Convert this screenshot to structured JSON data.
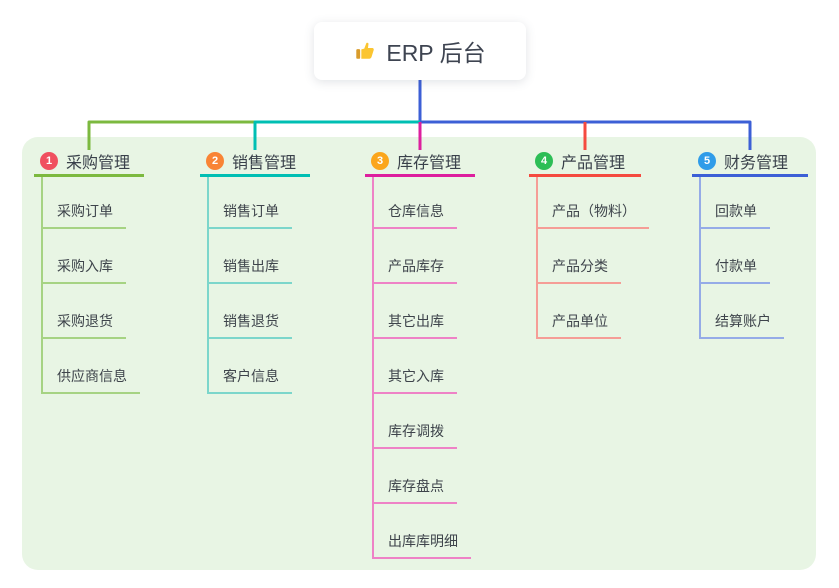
{
  "root": {
    "label": "ERP 后台",
    "icon": "thumbs-up-icon"
  },
  "branches": [
    {
      "index": "1",
      "title": "采购管理",
      "badge_color": "#F0505F",
      "line_color": "#7CB93F",
      "child_line_color": "#A6D383",
      "children": [
        "采购订单",
        "采购入库",
        "采购退货",
        "供应商信息"
      ]
    },
    {
      "index": "2",
      "title": "销售管理",
      "badge_color": "#F98435",
      "line_color": "#00BFB3",
      "child_line_color": "#7CD6CB",
      "children": [
        "销售订单",
        "销售出库",
        "销售退货",
        "客户信息"
      ]
    },
    {
      "index": "3",
      "title": "库存管理",
      "badge_color": "#FBA61B",
      "line_color": "#DD1F9E",
      "child_line_color": "#EE82C6",
      "children": [
        "仓库信息",
        "产品库存",
        "其它出库",
        "其它入库",
        "库存调拨",
        "库存盘点",
        "出库库明细"
      ]
    },
    {
      "index": "4",
      "title": "产品管理",
      "badge_color": "#2DBE56",
      "line_color": "#F54A3F",
      "child_line_color": "#F59D96",
      "children": [
        "产品（物料）",
        "产品分类",
        "产品单位"
      ]
    },
    {
      "index": "5",
      "title": "财务管理",
      "badge_color": "#2F9CE9",
      "line_color": "#3C5FD6",
      "child_line_color": "#95ABE7",
      "children": [
        "回款单",
        "付款单",
        "结算账户"
      ]
    }
  ],
  "colors": {
    "page_bg": "#FFFFFF",
    "panel_bg": "#E8F5E4",
    "root_text": "#3E4451",
    "title_text": "#39404A",
    "child_text": "#3E444B"
  }
}
